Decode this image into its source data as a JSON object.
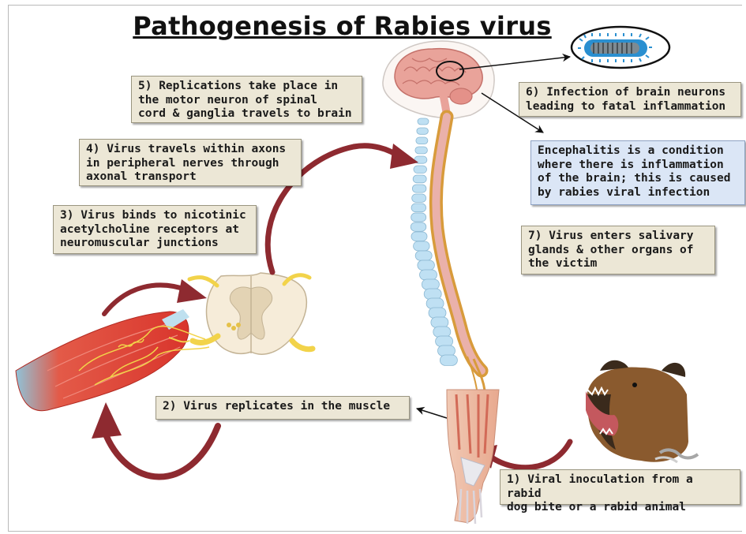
{
  "title": "Pathogenesis of Rabies virus",
  "steps": {
    "s1": "1) Viral inoculation from a rabid\ndog bite or a rabid animal",
    "s2": "2) Virus replicates in the muscle",
    "s3": "3) Virus binds to nicotinic\nacetylcholine receptors at\nneuromuscular junctions",
    "s4": "4) Virus travels within axons\nin peripheral nerves through\naxonal transport",
    "s5": "5) Replications take place in\nthe motor neuron of spinal\ncord & ganglia travels to brain",
    "s6": "6) Infection of brain neurons\nleading to fatal inflammation",
    "s7": "7) Virus enters salivary\nglands & other organs of\nthe victim"
  },
  "encephalitis": " Encephalitis is a condition\nwhere there is inflammation\nof the brain; this is caused\nby rabies viral infection",
  "colors": {
    "box_fill": "#ece7d6",
    "note_fill": "#dbe6f6",
    "curved_arrow": "#8e2a30",
    "spinal_cord": "#e9a9a4",
    "vertebra": "#bfe0f3",
    "muscle": "#e04a3c",
    "brain": "#e9a39a"
  }
}
